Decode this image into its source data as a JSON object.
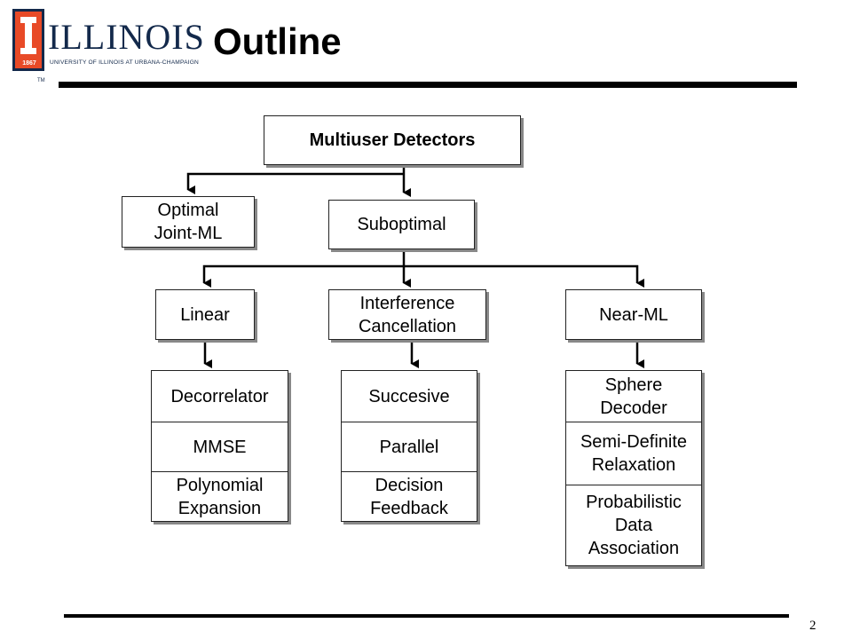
{
  "header": {
    "logo_word": "ILLINOIS",
    "logo_subtitle": "UNIVERSITY OF ILLINOIS AT URBANA-CHAMPAIGN",
    "logo_year": "1867",
    "logo_tm": "TM",
    "title": "Outline"
  },
  "diagram": {
    "root": "Multiuser Detectors",
    "level1": {
      "optimal": "Optimal\nJoint-ML",
      "suboptimal": "Suboptimal"
    },
    "level2": {
      "linear": "Linear",
      "interference": "Interference\nCancellation",
      "near_ml": "Near-ML"
    },
    "linear_methods": [
      "Decorrelator",
      "MMSE",
      "Polynomial\nExpansion"
    ],
    "ic_methods": [
      "Succesive",
      "Parallel",
      "Decision\nFeedback"
    ],
    "near_ml_methods": [
      "Sphere\nDecoder",
      "Semi-Definite\nRelaxation",
      "Probabilistic\nData\nAssociation"
    ]
  },
  "footer": {
    "page_number": "2"
  },
  "colors": {
    "logo_orange": "#e84a27",
    "logo_navy": "#13294b"
  }
}
